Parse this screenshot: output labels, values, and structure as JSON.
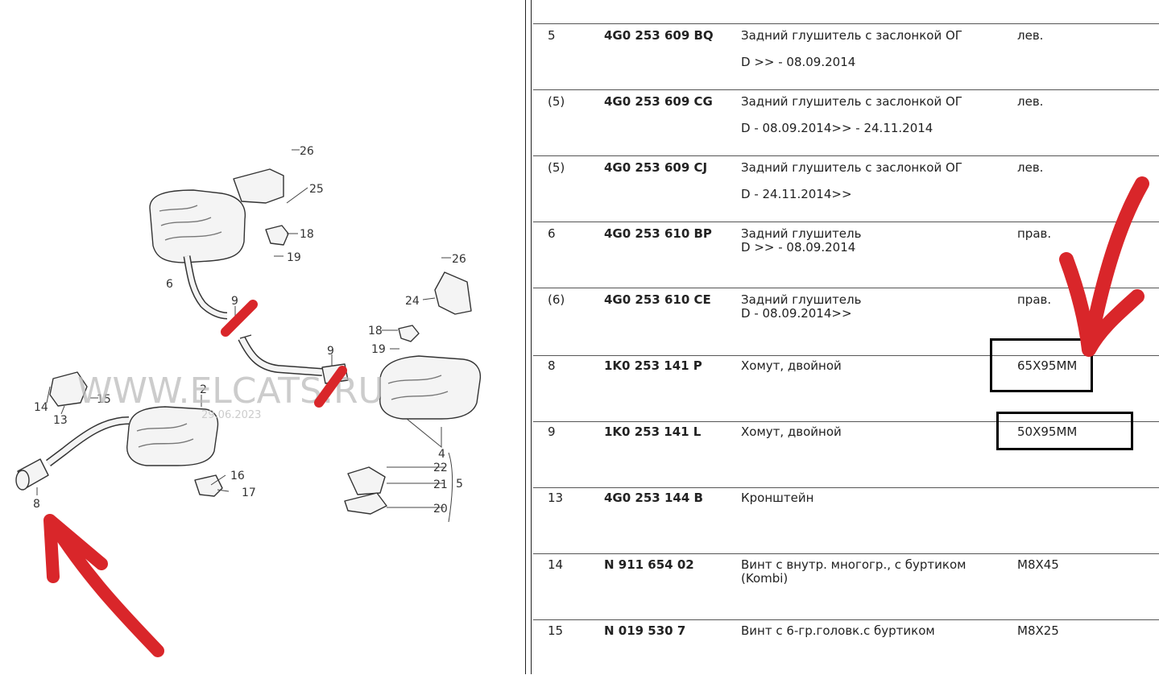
{
  "diagram": {
    "watermark": "WWW.ELCATS.RU",
    "watermark_date": "29.06.2023",
    "labels": [
      "26",
      "25",
      "18",
      "19",
      "6",
      "9",
      "26",
      "24",
      "18",
      "19",
      "9",
      "2",
      "14",
      "13",
      "15",
      "4",
      "22",
      "21",
      "5",
      "20",
      "16",
      "17",
      "8"
    ]
  },
  "table": {
    "rows": [
      {
        "pos": "5",
        "number": "4G0 253 609 BQ",
        "desc": "Задний глушитель с заслонкой ОГ",
        "desc2": "D >> - 08.09.2014",
        "note": "лев."
      },
      {
        "pos": "(5)",
        "number": "4G0 253 609 CG",
        "desc": "Задний глушитель с заслонкой ОГ",
        "desc2": "D - 08.09.2014>> - 24.11.2014",
        "note": "лев."
      },
      {
        "pos": "(5)",
        "number": "4G0 253 609 CJ",
        "desc": "Задний глушитель с заслонкой ОГ",
        "desc2": "D - 24.11.2014>>",
        "note": "лев."
      },
      {
        "pos": "6",
        "number": "4G0 253 610 BP",
        "desc": "Задний глушитель\nD >> - 08.09.2014",
        "desc2": "",
        "note": "прав."
      },
      {
        "pos": "(6)",
        "number": "4G0 253 610 CE",
        "desc": "Задний глушитель\nD - 08.09.2014>>",
        "desc2": "",
        "note": "прав."
      },
      {
        "pos": "8",
        "number": "1K0 253 141 P",
        "desc": "Хомут, двойной",
        "desc2": "",
        "note": "65X95MM"
      },
      {
        "pos": "9",
        "number": "1K0 253 141 L",
        "desc": "Хомут, двойной",
        "desc2": "",
        "note": "50X95MM"
      },
      {
        "pos": "13",
        "number": "4G0 253 144 B",
        "desc": "Кронштейн",
        "desc2": "",
        "note": ""
      },
      {
        "pos": "14",
        "number": "N 911 654 02",
        "desc": "Винт с внутр. многогр., с буртиком\n(Kombi)",
        "desc2": "",
        "note": "M8X45"
      },
      {
        "pos": "15",
        "number": "N 019 530 7",
        "desc": "Винт с 6-гр.головк.с буртиком",
        "desc2": "",
        "note": "M8X25"
      }
    ]
  },
  "colors": {
    "annotation_red": "#d9262a",
    "highlight_box": "#000000",
    "line": "#555555"
  }
}
